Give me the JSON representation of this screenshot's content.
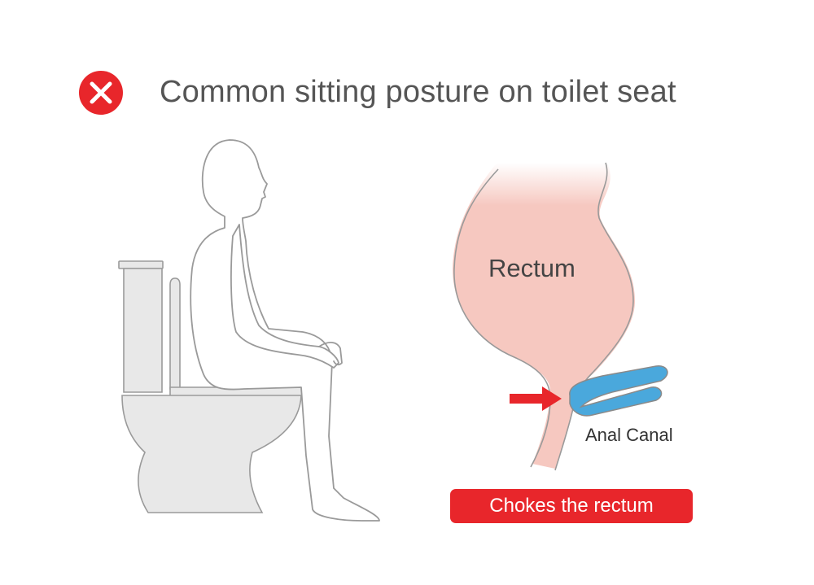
{
  "header": {
    "title": "Common sitting posture on toilet seat",
    "status_icon": "x-circle-icon",
    "status_color": "#e8262b"
  },
  "rectum_diagram": {
    "rectum_label": "Rectum",
    "anal_canal_label": "Anal Canal",
    "rectum_color": "#f6c8c0",
    "muscle_color": "#4aa8dc",
    "pointer_icon": "arrow-right-icon"
  },
  "result_badge": {
    "text": "Chokes the rectum",
    "color": "#e8262b"
  },
  "figure": {
    "toilet_color": "#e8e8e8",
    "line_color": "#9a9a9a"
  }
}
